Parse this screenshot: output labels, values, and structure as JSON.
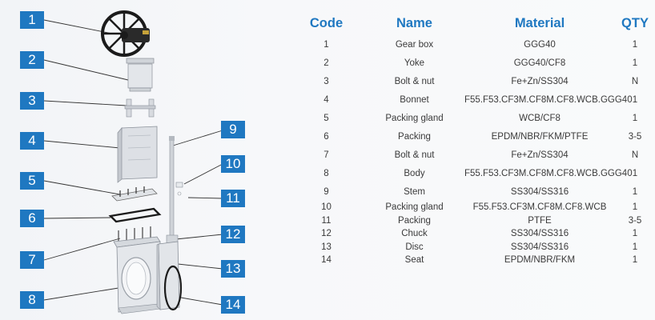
{
  "callouts": [
    "1",
    "2",
    "3",
    "4",
    "5",
    "6",
    "7",
    "8",
    "9",
    "10",
    "11",
    "12",
    "13",
    "14"
  ],
  "table": {
    "headers": {
      "code": "Code",
      "name": "Name",
      "material": "Material",
      "qty": "QTY"
    },
    "rows": [
      {
        "code": "1",
        "name": "Gear box",
        "material": "GGG40",
        "qty": "1"
      },
      {
        "code": "2",
        "name": "Yoke",
        "material": "GGG40/CF8",
        "qty": "1"
      },
      {
        "code": "3",
        "name": "Bolt & nut",
        "material": "Fe+Zn/SS304",
        "qty": "N"
      },
      {
        "code": "4",
        "name": "Bonnet",
        "material": "F55.F53.CF3M.CF8M.CF8.WCB.GGG40",
        "qty": "1"
      },
      {
        "code": "5",
        "name": "Packing gland",
        "material": "WCB/CF8",
        "qty": "1"
      },
      {
        "code": "6",
        "name": "Packing",
        "material": "EPDM/NBR/FKM/PTFE",
        "qty": "3-5"
      },
      {
        "code": "7",
        "name": "Bolt & nut",
        "material": "Fe+Zn/SS304",
        "qty": "N"
      },
      {
        "code": "8",
        "name": "Body",
        "material": "F55.F53.CF3M.CF8M.CF8.WCB.GGG40",
        "qty": "1"
      },
      {
        "code": "9",
        "name": "Stem",
        "material": "SS304/SS316",
        "qty": "1"
      },
      {
        "code": "10",
        "name": "Packing gland",
        "material": "F55.F53.CF3M.CF8M.CF8.WCB",
        "qty": "1"
      },
      {
        "code": "11",
        "name": "Packing",
        "material": "PTFE",
        "qty": "3-5"
      },
      {
        "code": "12",
        "name": "Chuck",
        "material": "SS304/SS316",
        "qty": "1"
      },
      {
        "code": "13",
        "name": "Disc",
        "material": "SS304/SS316",
        "qty": "1"
      },
      {
        "code": "14",
        "name": "Seat",
        "material": "EPDM/NBR/FKM",
        "qty": "1"
      }
    ]
  },
  "colors": {
    "accent": "#1f78c1",
    "text": "#3a3a3a",
    "part": "#dcdfe3",
    "outline": "#8a9099"
  }
}
